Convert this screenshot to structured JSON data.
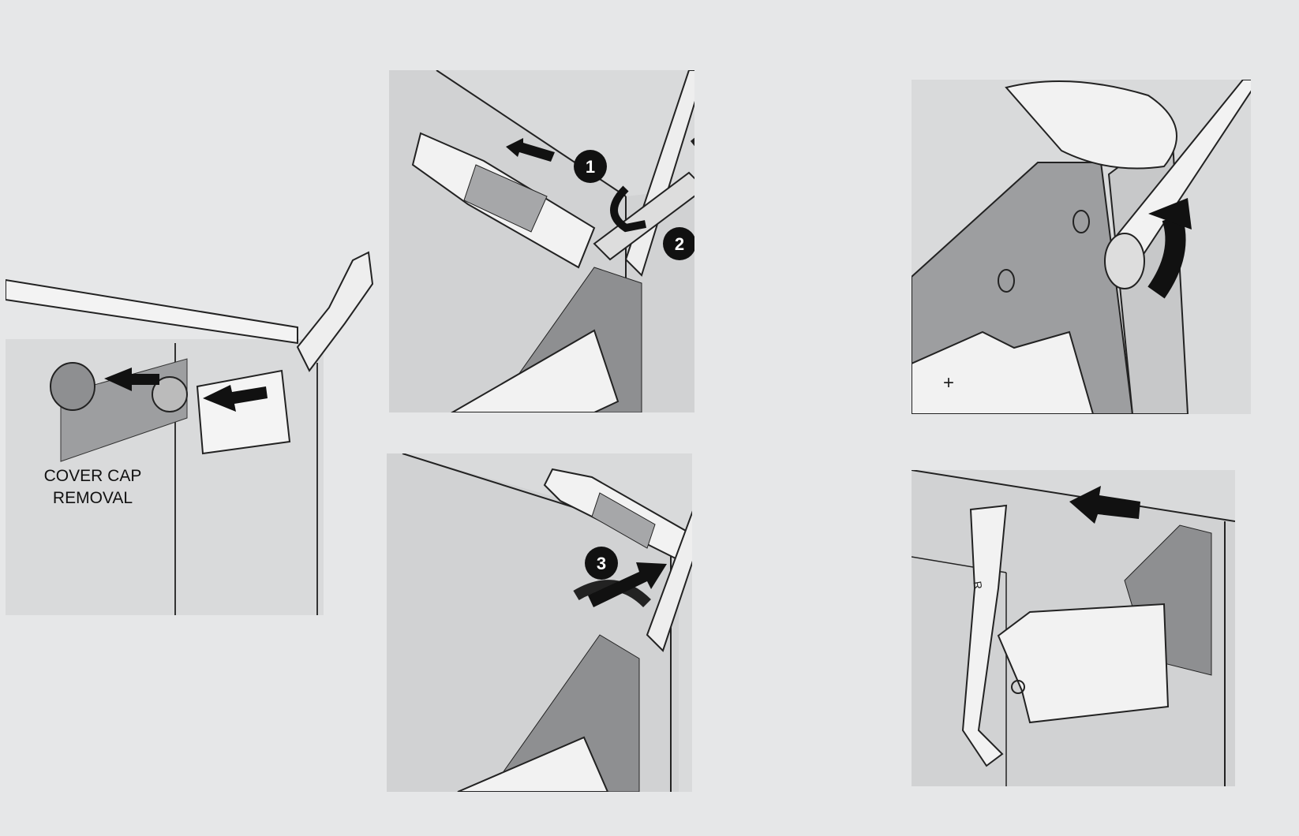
{
  "caption": {
    "line1": "COVER CAP",
    "line2": "REMOVAL"
  },
  "steps": [
    "1",
    "2",
    "3"
  ],
  "arm_marking": "R",
  "colors": {
    "background": "#e6e7e8",
    "panel": "#d9dadb",
    "line": "#1a1a1a",
    "shade": "#a6a7a9",
    "dark_shade": "#8e8f91",
    "marker": "#111111"
  }
}
